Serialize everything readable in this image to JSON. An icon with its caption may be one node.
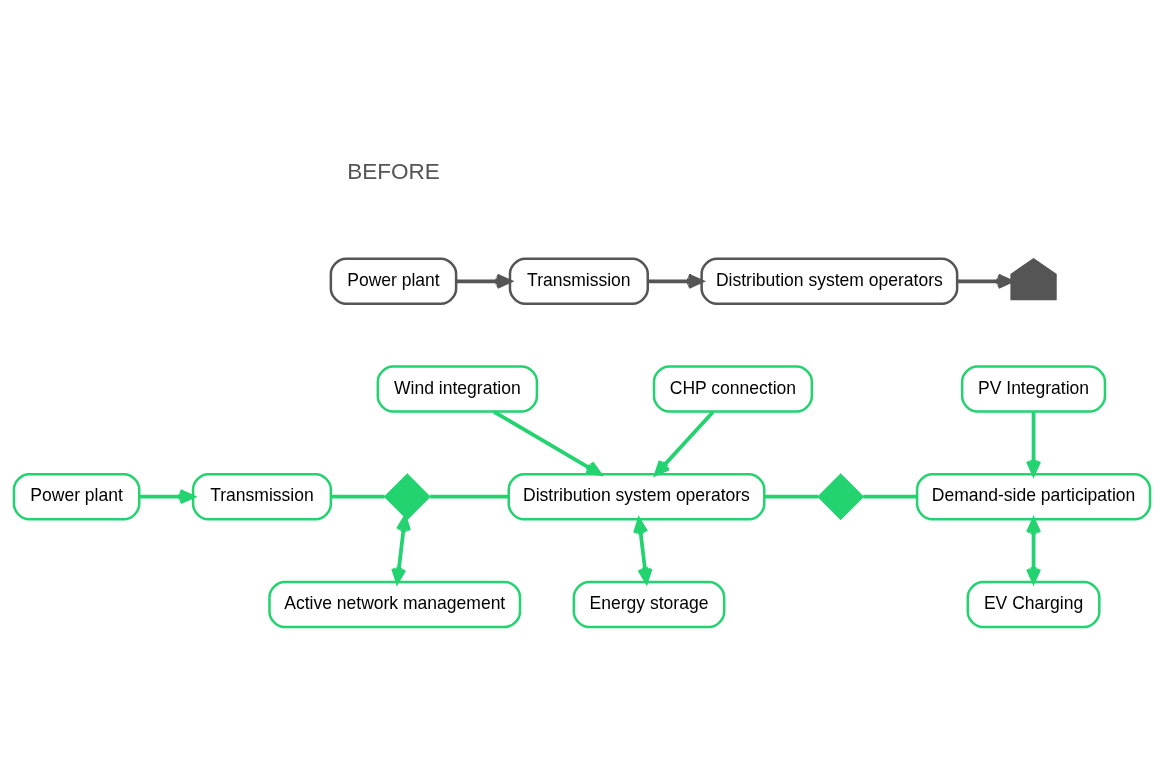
{
  "diagram": {
    "nodes": [
      {
        "text": [
          "Power plant"
        ]
      },
      {
        "text": [
          "Transmission"
        ]
      },
      {
        "text": [
          "Distribution system operators"
        ]
      },
      {
        "text": [],
        "shape": "house"
      },
      {
        "text": [
          "Power plant"
        ]
      },
      {
        "text": [
          "Transmission"
        ]
      },
      {
        "text": [],
        "shape": "bolt"
      },
      {
        "text": [
          "Distribution system operators"
        ]
      },
      {
        "text": [],
        "shape": "bolt"
      },
      {
        "text": [
          "Demand-side participation"
        ]
      },
      {
        "text": [
          "Wind integration"
        ]
      },
      {
        "text": [
          "CHP connection"
        ]
      },
      {
        "text": [
          "PV Integration"
        ]
      },
      {
        "text": [
          "Active network management"
        ]
      },
      {
        "text": [
          "Energy storage"
        ]
      },
      {
        "text": [
          "EV Charging"
        ]
      }
    ],
    "edges": [
      {
        "from": 0,
        "to": 1,
        "arrow": "to",
        "color": "#555555"
      },
      {
        "from": 1,
        "to": 2,
        "arrow": "to",
        "color": "#555555"
      },
      {
        "from": 2,
        "to": 3,
        "arrow": "to",
        "color": "#555555"
      },
      {
        "from": 4,
        "to": 5,
        "arrow": "to"
      },
      {
        "from": 5,
        "to": 6,
        "arrow": "none"
      },
      {
        "from": 6,
        "to": 7,
        "arrow": "none"
      },
      {
        "from": 7,
        "to": 8,
        "arrow": "none"
      },
      {
        "from": 8,
        "to": 9,
        "arrow": "none"
      },
      {
        "from": 10,
        "to": 7,
        "arrow": "to"
      },
      {
        "from": 11,
        "to": 7,
        "arrow": "to"
      },
      {
        "from": 12,
        "to": 9,
        "arrow": "to"
      },
      {
        "from": 6,
        "to": 13,
        "arrow": "both"
      },
      {
        "from": 7,
        "to": 14,
        "arrow": "both"
      },
      {
        "from": 9,
        "to": 15,
        "arrow": "both"
      }
    ],
    "labels": [
      "BEFORE"
    ]
  }
}
